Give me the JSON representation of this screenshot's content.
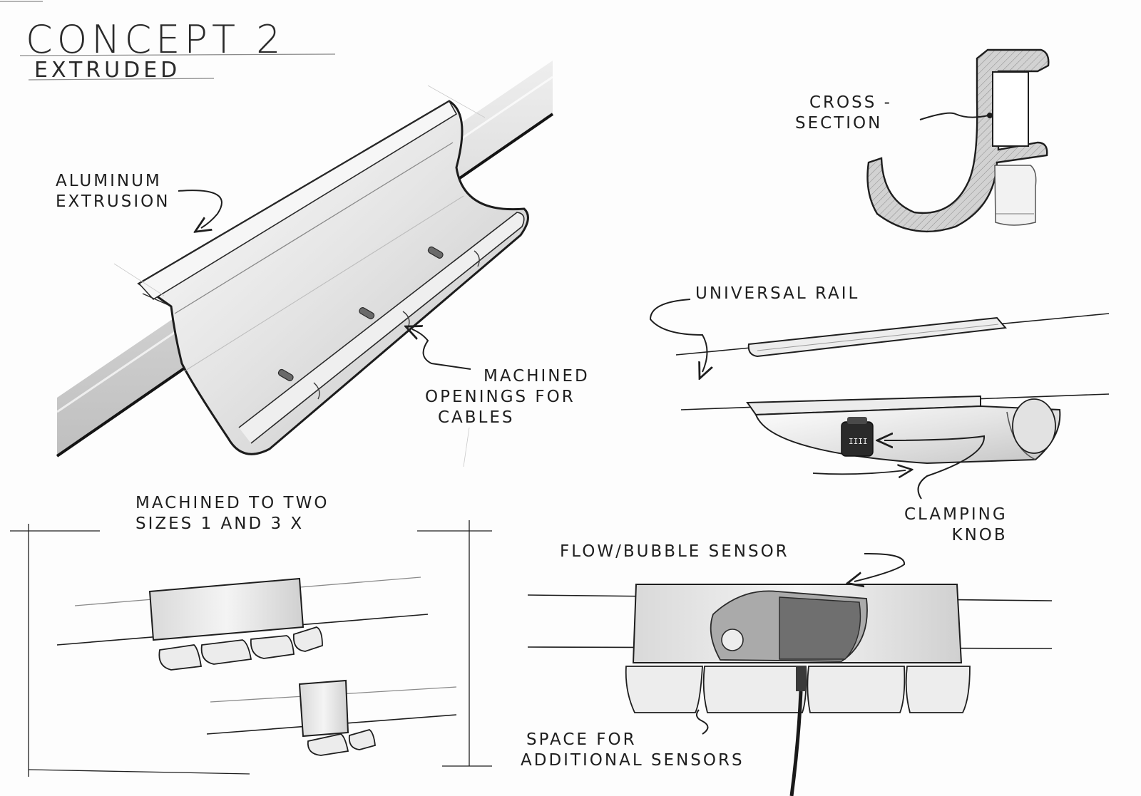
{
  "sheet": {
    "title": "CONCEPT 2",
    "subtitle": "EXTRUDED"
  },
  "callouts": {
    "aluminum": [
      "ALUMINUM",
      "EXTRUSION"
    ],
    "openings": [
      "MACHINED",
      "OPENINGS FOR",
      "CABLES"
    ],
    "cross_section": [
      "CROSS -",
      "SECTION"
    ],
    "universal_rail": "UNIVERSAL RAIL",
    "clamping_knob": [
      "CLAMPING",
      "KNOB"
    ],
    "sizes": [
      "MACHINED TO TWO",
      "SIZES 1 AND 3 X"
    ],
    "flow_sensor": "FLOW/BUBBLE SENSOR",
    "space_sensors": [
      "SPACE FOR",
      "ADDITIONAL SENSORS"
    ]
  },
  "knob_marking": "ΙΙΙΙ",
  "colors": {
    "ink": "#1e1e1e",
    "metal_light": "#f2f2f2",
    "metal_mid": "#d6d6d6",
    "metal_dark": "#9a9a9a",
    "sensor_dark": "#6f6f6f"
  }
}
